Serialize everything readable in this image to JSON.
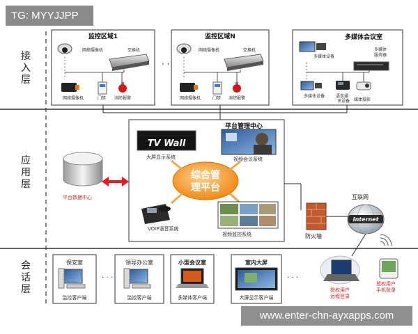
{
  "watermark": {
    "tag": "TG: MYYJJPP",
    "site": "www.enter-chn-ayxapps.com"
  },
  "layers": {
    "access": "接\n入\n层",
    "application": "应\n用\n层",
    "session": "会\n话\n层"
  },
  "zone1": {
    "title": "监控区域1",
    "camera": "网络摄像机",
    "switch": "交换机",
    "cam2": "网络摄像机",
    "door": "门禁",
    "fire": "消防报警"
  },
  "zoneN": {
    "title": "监控区域N",
    "camera": "网络摄像机",
    "switch": "交换机",
    "cam2": "网络摄像机",
    "door": "门禁",
    "fire": "消防报警"
  },
  "multimedia": {
    "title": "多媒体会议室",
    "device_top": "多媒体设备",
    "server": "多媒体\n服务器",
    "device": "多媒体设备",
    "voice": "语音通\n讯设备",
    "projector": "媒体投影"
  },
  "platform": {
    "title": "平台管理中心",
    "tvwall_logo": "TV Wall",
    "bigscreen": "大屏显示系统",
    "video_conf": "视频会议系统",
    "core": "综合管\n理平台",
    "voip": "VOIP语音系统",
    "video_mon": "视频监控系统"
  },
  "db": {
    "label": "平台数据中心"
  },
  "firewall": {
    "label": "防火墙"
  },
  "internet": {
    "title": "互联网",
    "logo": "Internet"
  },
  "session": {
    "security": {
      "title": "保安室",
      "caption": "监控客户端"
    },
    "leader": {
      "title": "领导办公室",
      "caption": "监控客户端"
    },
    "small_meeting": {
      "title": "小型会议室",
      "caption": "多媒体客户端"
    },
    "indoor_screen": {
      "title": "室内大屏",
      "caption": "大屏显示客户端"
    },
    "remote": "授权用户\n远程登录",
    "mobile": "授权用户\n手机登录"
  },
  "colors": {
    "core_fill": "#f39a2a",
    "arrow": "#e8191f",
    "caption_red": "#d12a2a",
    "line": "#1a1a1a"
  }
}
